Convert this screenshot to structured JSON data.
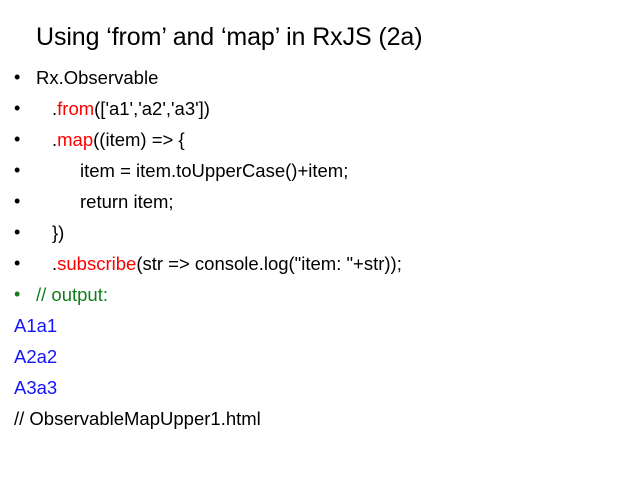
{
  "slide": {
    "title": "Using ‘from’ and ‘map’ in RxJS (2a)",
    "bullet_glyph": "•",
    "colors": {
      "text": "#000000",
      "keyword_red": "#FF0000",
      "comment_green": "#127E1C",
      "output_blue": "#1414FF",
      "background": "#FFFFFF"
    },
    "lines": [
      {
        "bullet": true,
        "indent": 0,
        "color": "black",
        "text": "Rx.Observable",
        "segments": [
          {
            "text": "Rx.Observable",
            "color": "black"
          }
        ]
      },
      {
        "bullet": true,
        "indent": 1,
        "color": "black",
        "text": ".from(['a1','a2','a3'])",
        "segments": [
          {
            "text": ".",
            "color": "black"
          },
          {
            "text": "from",
            "color": "red"
          },
          {
            "text": "(['a1','a2','a3'])",
            "color": "black"
          }
        ]
      },
      {
        "bullet": true,
        "indent": 1,
        "color": "black",
        "text": ".map((item) => {",
        "segments": [
          {
            "text": ".",
            "color": "black"
          },
          {
            "text": "map",
            "color": "red"
          },
          {
            "text": "((item) => {",
            "color": "black"
          }
        ]
      },
      {
        "bullet": true,
        "indent": 2,
        "color": "black",
        "text": "item = item.toUpperCase()+item;",
        "segments": [
          {
            "text": "item = item.toUpperCase()+item;",
            "color": "black"
          }
        ]
      },
      {
        "bullet": true,
        "indent": 2,
        "color": "black",
        "text": "return item;",
        "segments": [
          {
            "text": "return item;",
            "color": "black"
          }
        ]
      },
      {
        "bullet": true,
        "indent": 1,
        "color": "black",
        "text": "})",
        "segments": [
          {
            "text": "})",
            "color": "black"
          }
        ]
      },
      {
        "bullet": true,
        "indent": 1,
        "color": "black",
        "text": ".subscribe(str => console.log(\"item: \"+str));",
        "segments": [
          {
            "text": ".",
            "color": "black"
          },
          {
            "text": "subscribe",
            "color": "red"
          },
          {
            "text": "(str => console.log(\"item: \"+str));",
            "color": "black"
          }
        ]
      },
      {
        "bullet": true,
        "indent": 0,
        "color": "green",
        "text": "// output:",
        "segments": [
          {
            "text": "// output:",
            "color": "green"
          }
        ]
      },
      {
        "bullet": false,
        "indent": 0,
        "color": "blue",
        "text": "A1a1",
        "segments": [
          {
            "text": "A1a1",
            "color": "blue"
          }
        ]
      },
      {
        "bullet": false,
        "indent": 0,
        "color": "blue",
        "text": "A2a2",
        "segments": [
          {
            "text": "A2a2",
            "color": "blue"
          }
        ]
      },
      {
        "bullet": false,
        "indent": 0,
        "color": "blue",
        "text": "A3a3",
        "segments": [
          {
            "text": "A3a3",
            "color": "blue"
          }
        ]
      },
      {
        "bullet": false,
        "indent": 0,
        "color": "black",
        "text": "// ObservableMapUpper1.html",
        "segments": [
          {
            "text": "// ObservableMapUpper1.html",
            "color": "black"
          }
        ]
      }
    ]
  }
}
